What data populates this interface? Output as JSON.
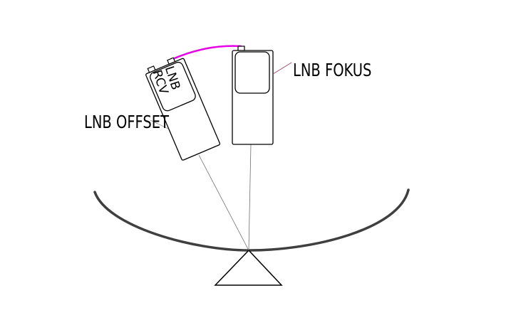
{
  "labels": {
    "lnb_fokus": "LNB FOKUS",
    "lnb_offset": "LNB OFFSET",
    "lnb_text_line1": "LNB",
    "lnb_text_line2": "RCV"
  },
  "colors": {
    "outline": "#000000",
    "dish": "#3f3f3f",
    "cable": "#e600e6",
    "leader_fokus": "#a0406a",
    "leader_offset": "#9a9a9a",
    "ray": "#707070",
    "background": "#ffffff"
  }
}
